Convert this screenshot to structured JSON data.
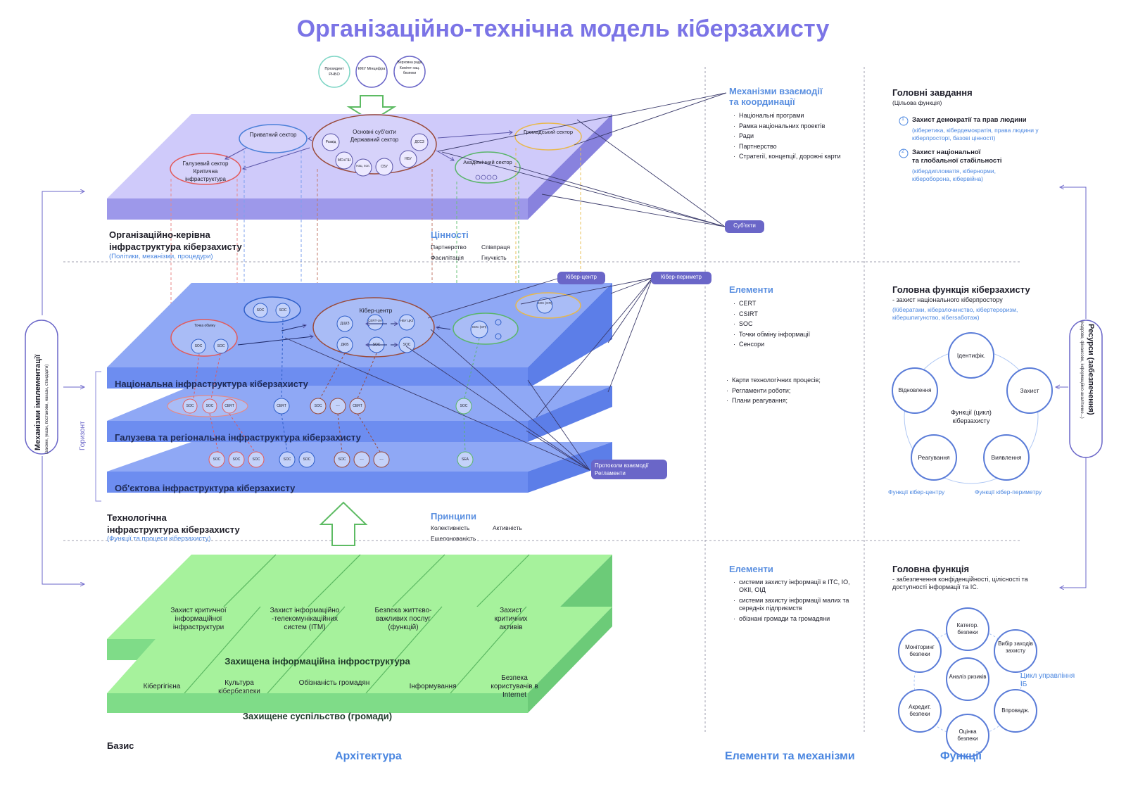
{
  "title": "Організаційно-технічна модель кіберзахисту",
  "top_actors": [
    "Президент РНБО",
    "КМУ Мінцифра",
    "Верховна рада Комітет нац. безпеки"
  ],
  "org_layer": {
    "title_line1": "Організаційно-керівна",
    "title_line2": "інфраструктура кіберзахисту",
    "subtitle": "(Політики, механізми, процедури)",
    "private_sector": "Приватний сектор",
    "branch_sector": [
      "Галузевий сектор",
      "Критична",
      "інфраструктура"
    ],
    "core_subjects": [
      "Основні суб'єкти",
      "Державний сектор"
    ],
    "core_nodes": [
      "Розвід",
      "ДССЗ",
      "МО+ГШ",
      "Нац. пол.",
      "СБУ",
      "НБУ"
    ],
    "civil_sector": "Громадський сектор",
    "academic_sector": "Академічний сектор",
    "values_title": "Цінності",
    "values": [
      "Партнерство",
      "Співпраця",
      "Фасилітація",
      "Гнучкість"
    ]
  },
  "tech_layer": {
    "cyber_center": "Кібер-центр",
    "cyber_perimeter": "Кібер-периметр",
    "center_nodes": [
      "ДЦКЗ",
      "CERT-UA",
      "НБУ ЦКЗ",
      "ДКІБ",
      "SOC",
      "SOC"
    ],
    "exchange_point": "Точка обміну",
    "soc": "SOC",
    "soc_op": "SOC (ОП)",
    "cert": "CERT",
    "sea": "SEA",
    "ellipsis": "...",
    "national": "Національна інфраструктура кіберзахисту",
    "regional": "Галузева та регіональна інфраструктура кіберзахисту",
    "object": "Об'єктова інфраструктура кіберзахисту",
    "horizon": "Горизонт",
    "protocols": [
      "Протоколи взаємодії",
      "Регламенти"
    ],
    "title_line1": "Технологічна",
    "title_line2": "інфраструктура кіберзахисту",
    "subtitle": "(Функції та процеси кіберзахисту)",
    "principles_title": "Принципи",
    "principles": [
      "Колективність",
      "Активність",
      "Ешелонованість"
    ]
  },
  "base_layer": {
    "cells": [
      "Захист критичної інформаційної інфраструктури",
      "Захист інформаційно -телекомунікаційних систем (ІТМ)",
      "Безпека життєво-важливих послуг (функцій)",
      "Захист критичних активів"
    ],
    "protected_infra": "Захищена інформаційна інфроструктура",
    "society_cells": [
      "Кібергігієна",
      "Культура кібербезпеки",
      "Обізнаність громадян",
      "Інформування",
      "Безпека користувачів в Internet"
    ],
    "protected_society": "Захищене суспільство (громади)",
    "basis": "Базис"
  },
  "left_side": {
    "mechanisms": "Механізми імплементації",
    "mechanisms_sub": "(закони, укази, постанови, накази, стандарти)"
  },
  "right_side": {
    "resources": "Ресурси (забезпечення)",
    "resources_sub": "(кадрове, фінансове, інформаційно-аналітичне...)"
  },
  "mechanisms_block": {
    "title_line1": "Механізми взаємодії",
    "title_line2": "та координації",
    "items": [
      "Національні програми",
      "Рамка національних проектів",
      "Ради",
      "Партнерство",
      "Стратегії, концепції, дорожні карти"
    ],
    "subjects_badge": "Суб'єкти"
  },
  "elements_block_1": {
    "title": "Елементи",
    "items": [
      "CERT",
      "CSIRT",
      "SOC",
      "Точки обміну інформації",
      "Сенсори"
    ],
    "items2": [
      "Карти технологічних процесів;",
      "Регламенти роботи;",
      "Плани реагування;"
    ]
  },
  "elements_block_2": {
    "title": "Елементи",
    "items": [
      "системи захисту інформації в ІТС, ІО, ОКІІ, ОІД",
      "системи захисту інформації малих та середніх підприємств",
      "обізнані громади та громадяни"
    ]
  },
  "tasks_block": {
    "title": "Головні завдання",
    "subtitle": "(Цільова функція)",
    "task1_title": "Захист демократії та прав людини",
    "task1_sub": "(кіберетика, кібердемократія, права людини у кіберпросторі, базові цінності)",
    "task2_title_line1": "Захист національної",
    "task2_title_line2": "та глобальної стабільності",
    "task2_sub": "(кібердипломатія, кібернорми, кібероборона, кібервійна)"
  },
  "function_block": {
    "title": "Головна функція кіберзахисту",
    "subtitle": "- захист національного кіберпростору",
    "note": "(Кібератаки, кіберзлочинство, кібертероризм, кібершпигунство, кібersаботаж)",
    "cycle_center": "Функції (цикл) кіберзахисту",
    "cycle_nodes": [
      "Ідентифік.",
      "Захист",
      "Виявлення",
      "Реагування",
      "Відновлення"
    ],
    "center_functions": "Функції кібер-центру",
    "perimeter_functions": "Функції кібер-периметру"
  },
  "main_function_block": {
    "title": "Головна функція",
    "subtitle": "- забезпечення конфіденційності, цілісності та доступності інформації та ІС.",
    "cycle_center": "Аналіз ризиків",
    "cycle_nodes": [
      "Категор. безпеки",
      "Вибір заходів захисту",
      "Впровадж.",
      "Оцінка безпеки",
      "Акредит. безпеки",
      "Моніторинг безпеки"
    ],
    "cycle_label": "Цикл управління ІБ"
  },
  "footer": {
    "architecture": "Архітектура",
    "elements": "Елементи та механізми",
    "functions": "Функції"
  },
  "colors": {
    "title": "#7b74e6",
    "accent_blue": "#4a86e0",
    "org_top": "#cfcafa",
    "org_side": "#9d98ea",
    "tech_top": "#8fa8f5",
    "tech_side": "#6d8df0",
    "green_top": "#a6f29c",
    "green_side": "#7fdc88",
    "badge": "#6a66c8"
  }
}
